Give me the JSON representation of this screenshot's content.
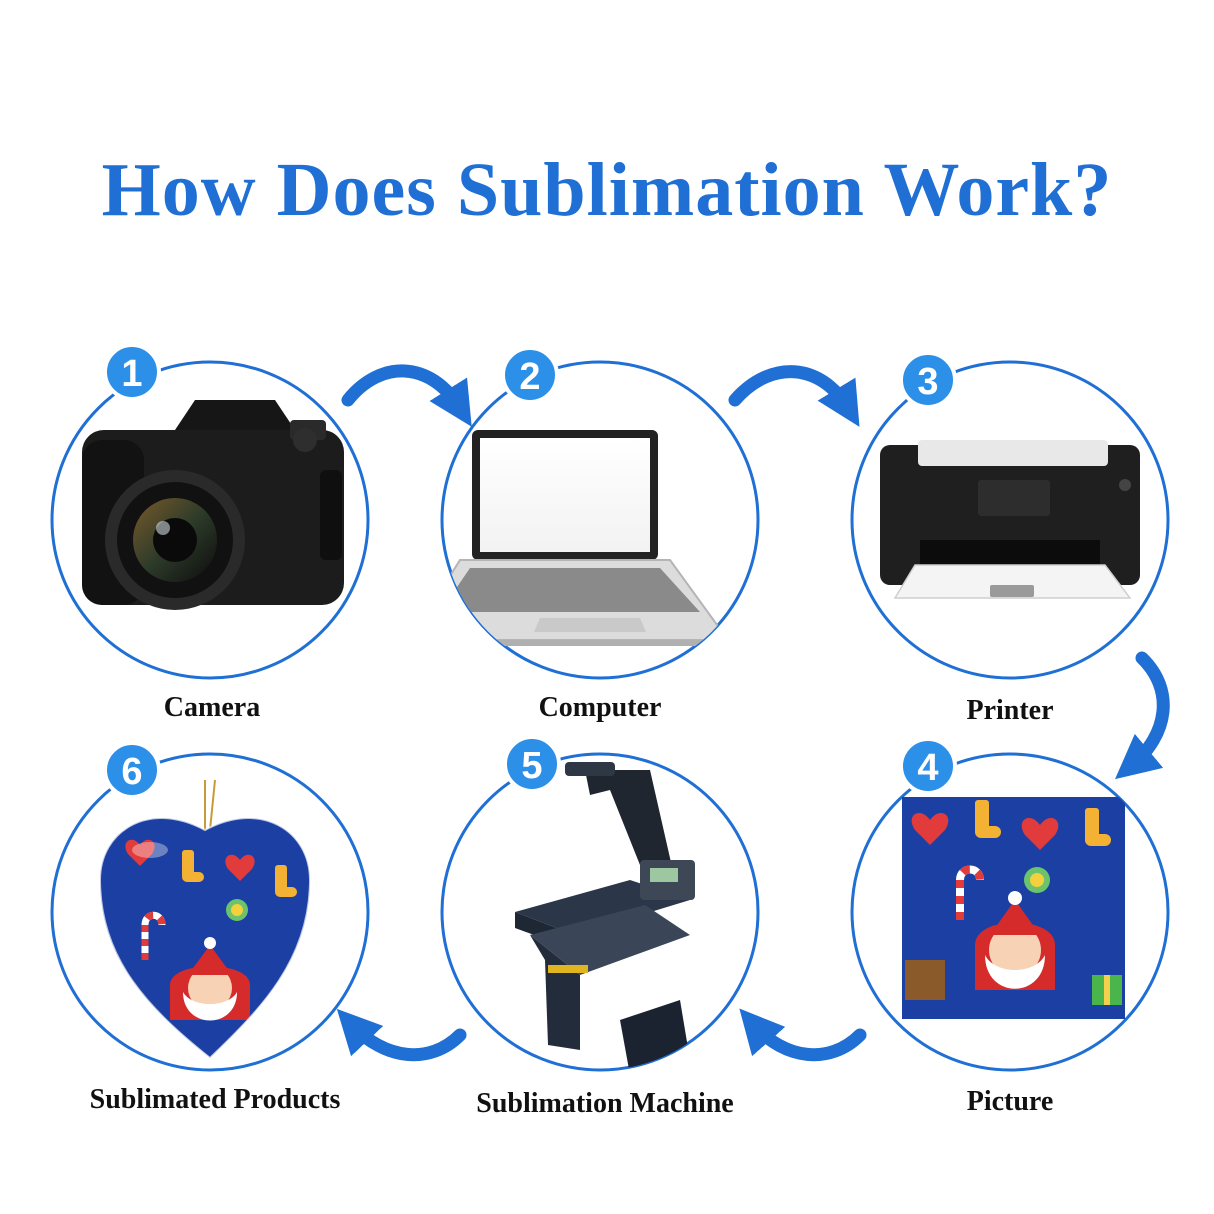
{
  "title": "How Does Sublimation Work?",
  "accent_color": "#1f6fd4",
  "steps": [
    {
      "number": "1",
      "label": "Camera",
      "icon": "camera-icon"
    },
    {
      "number": "2",
      "label": "Computer",
      "icon": "laptop-icon"
    },
    {
      "number": "3",
      "label": "Printer",
      "icon": "printer-icon"
    },
    {
      "number": "4",
      "label": "Picture",
      "icon": "christmas-print-icon"
    },
    {
      "number": "5",
      "label": "Sublimation Machine",
      "icon": "heat-press-icon"
    },
    {
      "number": "6",
      "label": "Sublimated Products",
      "icon": "heart-ornament-icon"
    }
  ]
}
